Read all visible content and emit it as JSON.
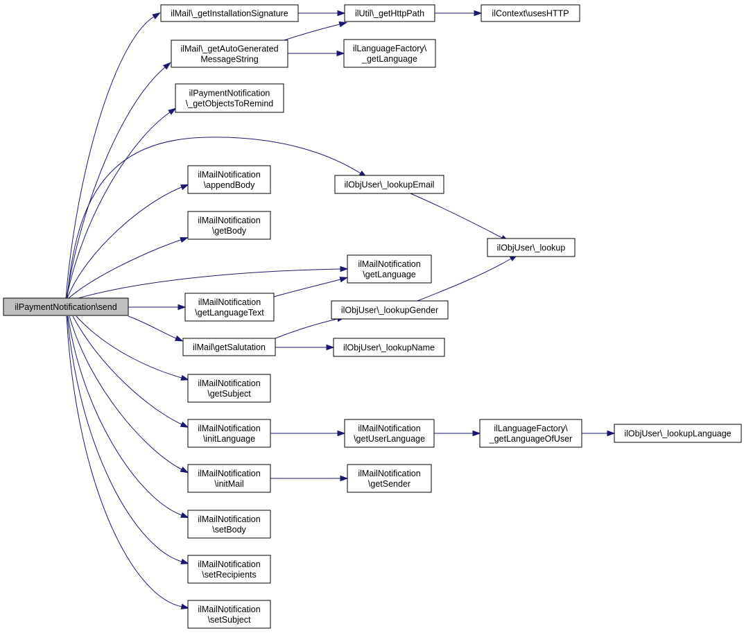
{
  "diagram": {
    "colors": {
      "edge": "#191970",
      "root_fill": "#bfbfbf",
      "node_fill": "#ffffff",
      "border": "#000000"
    },
    "nodes": {
      "send": [
        "ilPaymentNotification\\send"
      ],
      "installSig": [
        "ilMail\\_getInstallationSignature"
      ],
      "autoGen": [
        "ilMail\\_getAutoGenerated",
        "MessageString"
      ],
      "objRemind": [
        "ilPaymentNotification",
        "\\_getObjectsToRemind"
      ],
      "appendBody": [
        "ilMailNotification",
        "\\appendBody"
      ],
      "getBody": [
        "ilMailNotification",
        "\\getBody"
      ],
      "getLangText": [
        "ilMailNotification",
        "\\getLanguageText"
      ],
      "getSalutation": [
        "ilMail\\getSalutation"
      ],
      "getSubject": [
        "ilMailNotification",
        "\\getSubject"
      ],
      "initLanguage": [
        "ilMailNotification",
        "\\initLanguage"
      ],
      "initMail": [
        "ilMailNotification",
        "\\initMail"
      ],
      "setBody": [
        "ilMailNotification",
        "\\setBody"
      ],
      "setRecipients": [
        "ilMailNotification",
        "\\setRecipients"
      ],
      "setSubject": [
        "ilMailNotification",
        "\\setSubject"
      ],
      "httpPath": [
        "ilUtil\\_getHttpPath"
      ],
      "langFactory": [
        "ilLanguageFactory\\",
        "_getLanguage"
      ],
      "lookupEmail": [
        "ilObjUser\\_lookupEmail"
      ],
      "getLanguage": [
        "ilMailNotification",
        "\\getLanguage"
      ],
      "lookupGender": [
        "ilObjUser\\_lookupGender"
      ],
      "lookupName": [
        "ilObjUser\\_lookupName"
      ],
      "getUserLang": [
        "ilMailNotification",
        "\\getUserLanguage"
      ],
      "getSender": [
        "ilMailNotification",
        "\\getSender"
      ],
      "usesHTTP": [
        "ilContext\\usesHTTP"
      ],
      "lookup": [
        "ilObjUser\\_lookup"
      ],
      "langOfUser": [
        "ilLanguageFactory\\",
        "_getLanguageOfUser"
      ],
      "lookupLanguage": [
        "ilObjUser\\_lookupLanguage"
      ]
    },
    "edges": [
      [
        "send",
        "installSig"
      ],
      [
        "send",
        "autoGen"
      ],
      [
        "send",
        "objRemind"
      ],
      [
        "send",
        "lookupEmail"
      ],
      [
        "send",
        "appendBody"
      ],
      [
        "send",
        "getBody"
      ],
      [
        "send",
        "getLanguage"
      ],
      [
        "send",
        "getLangText"
      ],
      [
        "send",
        "getSalutation"
      ],
      [
        "send",
        "getSubject"
      ],
      [
        "send",
        "initLanguage"
      ],
      [
        "send",
        "initMail"
      ],
      [
        "send",
        "setBody"
      ],
      [
        "send",
        "setRecipients"
      ],
      [
        "send",
        "setSubject"
      ],
      [
        "installSig",
        "httpPath"
      ],
      [
        "autoGen",
        "httpPath"
      ],
      [
        "autoGen",
        "langFactory"
      ],
      [
        "httpPath",
        "usesHTTP"
      ],
      [
        "lookupEmail",
        "lookup"
      ],
      [
        "getLangText",
        "getLanguage"
      ],
      [
        "getSalutation",
        "lookupGender"
      ],
      [
        "getSalutation",
        "lookupName"
      ],
      [
        "lookupGender",
        "lookup"
      ],
      [
        "initLanguage",
        "getUserLang"
      ],
      [
        "getUserLang",
        "langOfUser"
      ],
      [
        "langOfUser",
        "lookupLanguage"
      ],
      [
        "initMail",
        "getSender"
      ]
    ]
  }
}
